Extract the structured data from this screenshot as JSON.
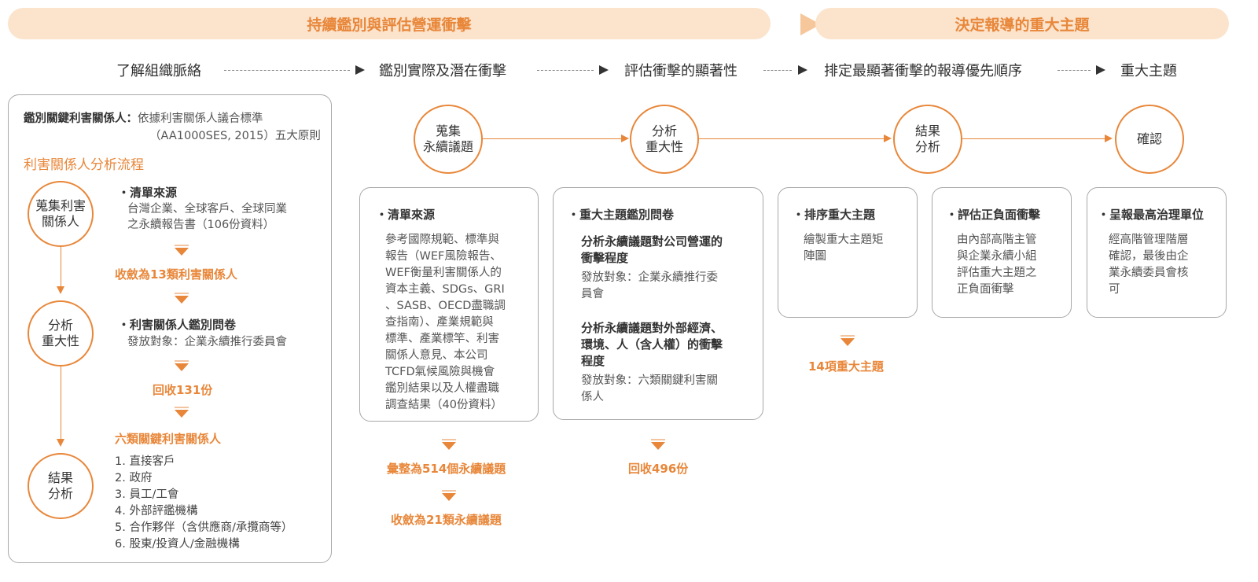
{
  "phases": {
    "left": "持續鑑別與評估營運衝擊",
    "right": "決定報導的重大主題",
    "colors": {
      "banner_bg": "#fbe3cc",
      "banner_text": "#e8873a",
      "accent": "#e8873a"
    }
  },
  "steps": [
    "了解組織脈絡",
    "鑑別實際及潛在衝擊",
    "評估衝擊的顯著性",
    "排定最顯著衝擊的報導優先順序",
    "重大主題"
  ],
  "left_panel": {
    "intro_label": "鑑別關鍵利害關係人：",
    "intro_text_1": "依據利害關係人議合標準",
    "intro_text_2": "（AA1000SES, 2015）五大原則",
    "flow_title": "利害關係人分析流程",
    "circles": [
      "蒐集利害\n關係人",
      "分析\n重大性",
      "結果\n分析"
    ],
    "item1_title": "・清單來源",
    "item1_text_1": "台灣企業、全球客戶、全球同業",
    "item1_text_2": "之永續報告書（106份資料）",
    "result1": "收斂為13類利害關係人",
    "item2_title": "・利害關係人鑑別問卷",
    "item2_text": "發放對象：企業永續推行委員會",
    "result2": "回收131份",
    "result3": "六類關鍵利害關係人",
    "stakeholders": [
      "1. 直接客戶",
      "2. 政府",
      "3. 員工/工會",
      "4. 外部評鑑機構",
      "5. 合作夥伴（含供應商/承攬商等）",
      "6. 股東/投資人/金融機構"
    ]
  },
  "process_circles": [
    "蒐集\n永續議題",
    "分析\n重大性",
    "結果\n分析",
    "確認"
  ],
  "col1": {
    "title": "・清單來源",
    "lines": [
      "參考國際規範、標準與",
      "報告（WEF風險報告、",
      "WEF衡量利害關係人的",
      "資本主義、SDGs、GRI",
      "、SASB、OECD盡職調",
      "查指南）、產業規範與",
      "標準、產業標竿、利害",
      "關係人意見、本公司",
      "TCFD氣候風險與機會",
      "鑑別結果以及人權盡職",
      "調查結果（40份資料）"
    ],
    "result1": "彙整為514個永續議題",
    "result2": "收斂為21類永續議題"
  },
  "col2": {
    "title": "・重大主題鑑別問卷",
    "sub1_1": "分析永續議題對公司營運的",
    "sub1_2": "衝擊程度",
    "target1_1": "發放對象：企業永續推行委",
    "target1_2": "員會",
    "sub2_1": "分析永續議題對外部經濟、",
    "sub2_2": "環境、人（含人權）的衝擊",
    "sub2_3": "程度",
    "target2_1": "發放對象：六類關鍵利害關",
    "target2_2": "係人",
    "result": "回收496份"
  },
  "col3": {
    "title": "・排序重大主題",
    "text_1": "繪製重大主題矩",
    "text_2": "陣圖",
    "result": "14項重大主題"
  },
  "col4": {
    "title": "・評估正負面衝擊",
    "lines": [
      "由內部高階主管",
      "與企業永續小組",
      "評估重大主題之",
      "正負面衝擊"
    ]
  },
  "col5": {
    "title": "・呈報最高治理單位",
    "lines": [
      "經高階管理階層",
      "確認，最後由企",
      "業永續委員會核",
      "可"
    ]
  }
}
